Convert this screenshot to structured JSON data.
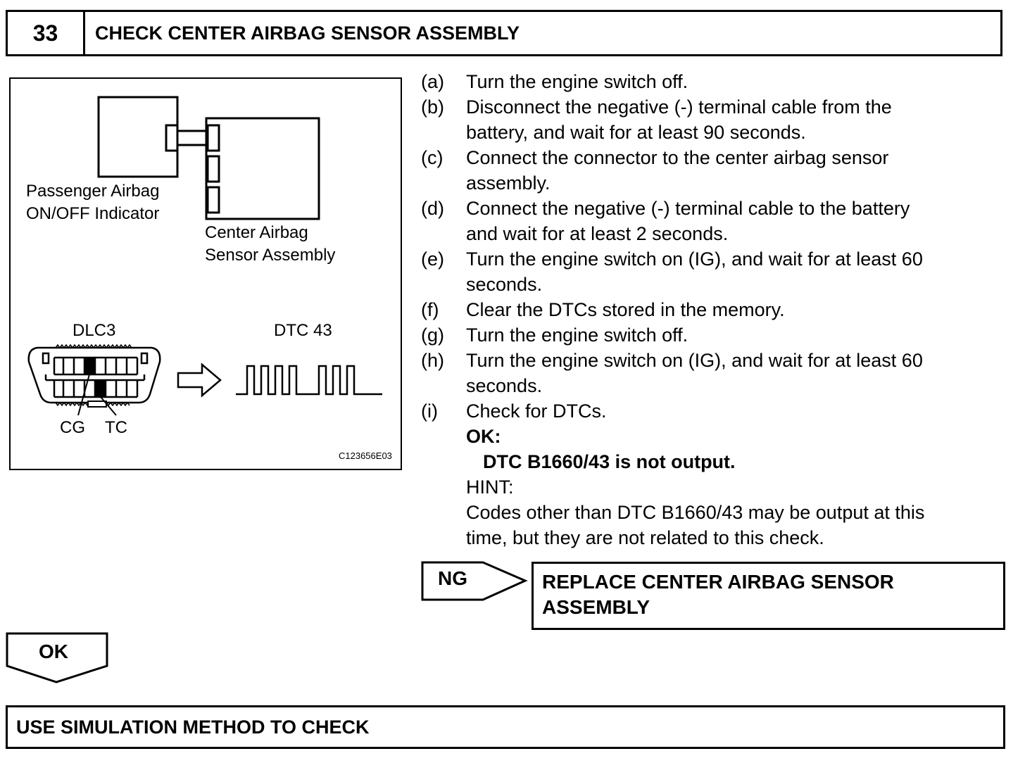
{
  "header": {
    "step_number": "33",
    "title": "CHECK CENTER AIRBAG SENSOR ASSEMBLY"
  },
  "figure": {
    "indicator_label_line1": "Passenger Airbag",
    "indicator_label_line2": "ON/OFF Indicator",
    "sensor_label_line1": "Center Airbag",
    "sensor_label_line2": "Sensor Assembly",
    "dlc_label": "DLC3",
    "dtc_label": "DTC 43",
    "cg_label": "CG",
    "tc_label": "TC",
    "figure_code": "C123656E03"
  },
  "steps": [
    {
      "letter": "(a)",
      "text": "Turn the engine switch off."
    },
    {
      "letter": "(b)",
      "text": "Disconnect the negative (-) terminal cable from the",
      "cont": "battery, and wait for at least 90 seconds."
    },
    {
      "letter": "(c)",
      "text": "Connect the connector to the center airbag sensor",
      "cont": "assembly."
    },
    {
      "letter": "(d)",
      "text": "Connect the negative (-) terminal cable to the battery",
      "cont": "and wait for at least 2 seconds."
    },
    {
      "letter": "(e)",
      "text": "Turn the engine switch on (IG), and wait for at least 60",
      "cont": "seconds."
    },
    {
      "letter": "(f)",
      "text": "Clear the DTCs stored in the memory."
    },
    {
      "letter": "(g)",
      "text": "Turn the engine switch off."
    },
    {
      "letter": "(h)",
      "text": "Turn the engine switch on (IG), and wait for at least 60",
      "cont": "seconds."
    },
    {
      "letter": "(i)",
      "text": "Check for DTCs."
    }
  ],
  "result": {
    "ok_heading": "OK:",
    "ok_condition": "DTC B1660/43 is not output.",
    "hint_heading": "HINT:",
    "hint_line1": "Codes other than DTC B1660/43 may be output at this",
    "hint_line2": "time, but they are not related to this check."
  },
  "ng_branch": {
    "label": "NG",
    "action_line1": "REPLACE CENTER AIRBAG SENSOR",
    "action_line2": "ASSEMBLY"
  },
  "ok_branch": {
    "label": "OK",
    "action": "USE SIMULATION METHOD TO CHECK"
  }
}
